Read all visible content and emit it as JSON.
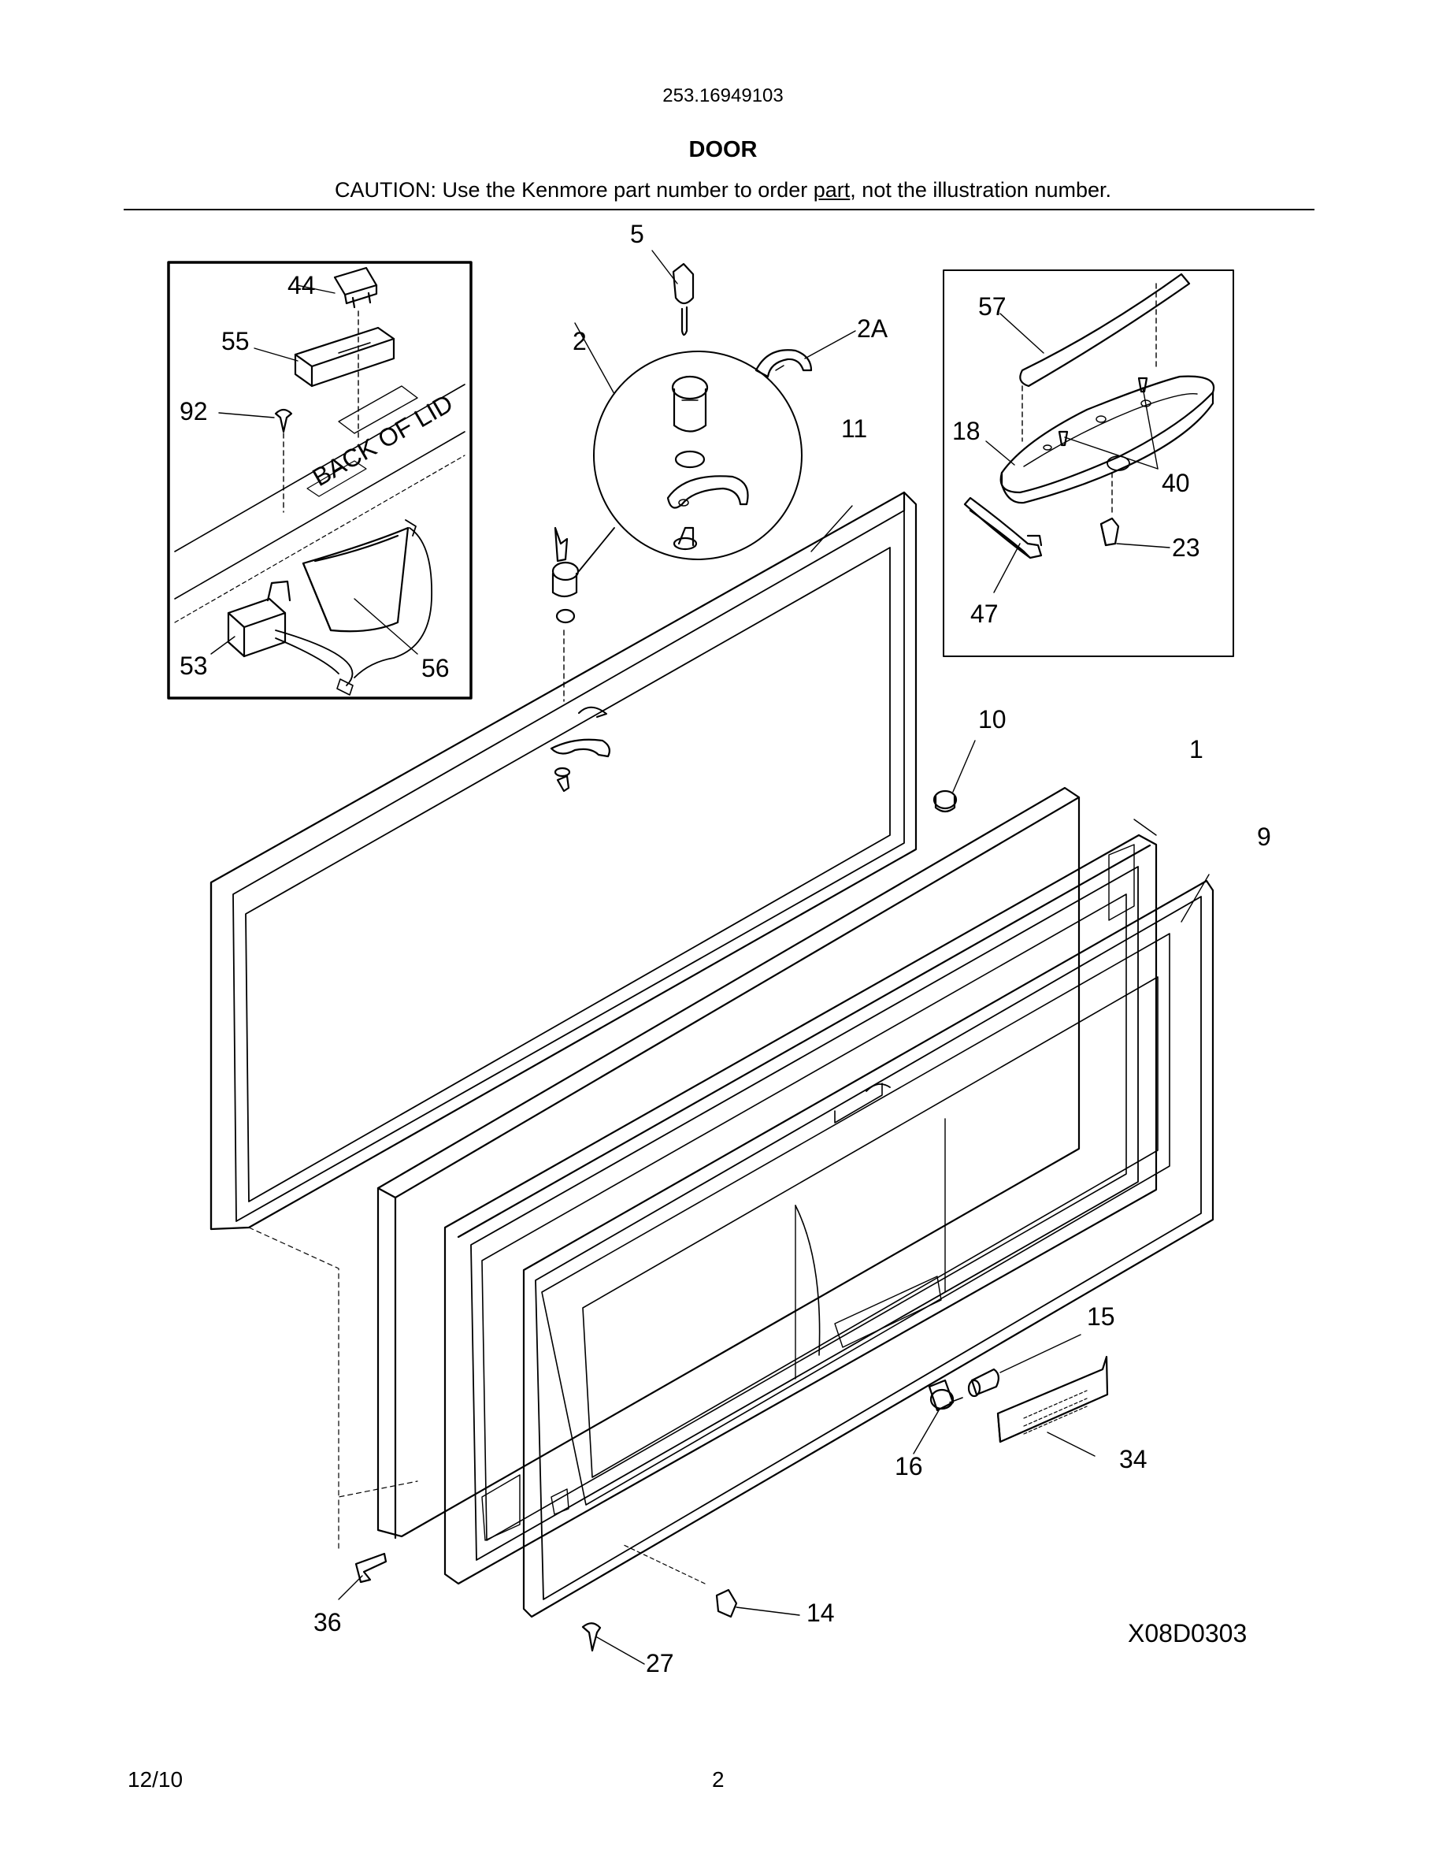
{
  "header": {
    "model_number": "253.16949103",
    "section_title": "DOOR",
    "caution_before": "CAUTION: Use the Kenmore part number to order ",
    "caution_link": "part",
    "caution_after": ", not the illustration number."
  },
  "diagram": {
    "drawing_code": "X08D0303",
    "inset_caption": "BACK OF LID",
    "callouts": {
      "p1": "1",
      "p2": "2",
      "p2a": "2A",
      "p5": "5",
      "p9": "9",
      "p10": "10",
      "p11": "11",
      "p14": "14",
      "p15": "15",
      "p16": "16",
      "p18": "18",
      "p23": "23",
      "p27": "27",
      "p34": "34",
      "p36": "36",
      "p40": "40",
      "p44": "44",
      "p47": "47",
      "p53": "53",
      "p55": "55",
      "p56": "56",
      "p57": "57",
      "p92": "92"
    }
  },
  "footer": {
    "date": "12/10",
    "page": "2"
  }
}
